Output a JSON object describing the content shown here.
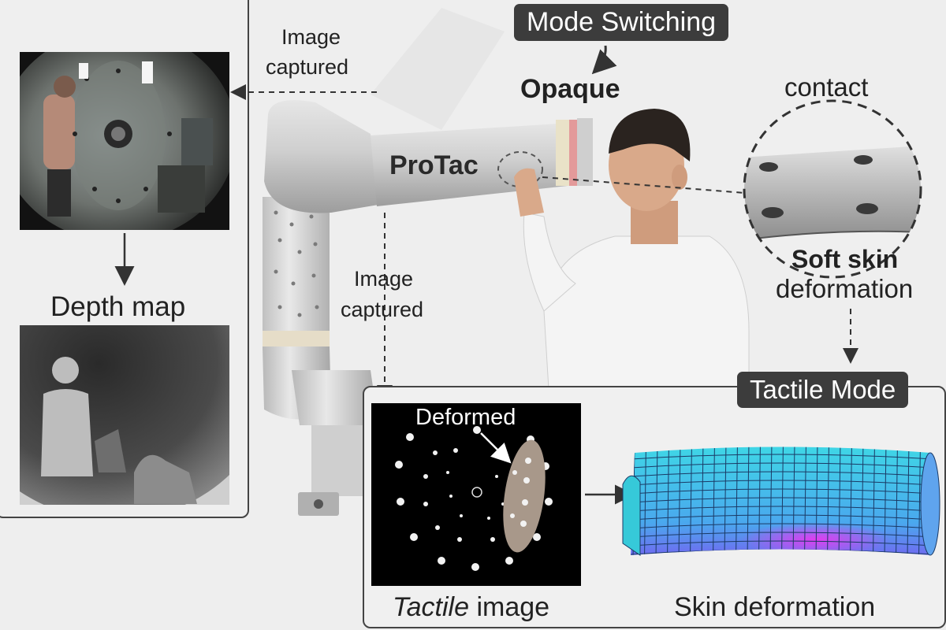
{
  "labels": {
    "image_captured_top_line1": "Image",
    "image_captured_top_line2": "captured",
    "image_captured_mid_line1": "Image",
    "image_captured_mid_line2": "captured",
    "depth_map": "Depth map",
    "mode_switching": "Mode Switching",
    "opaque": "Opaque",
    "protac": "ProTac",
    "contact": "contact",
    "soft_skin": "Soft skin",
    "deformation": "deformation",
    "tactile_mode": "Tactile Mode",
    "deformed": "Deformed",
    "tactile_image_italic": "Tactile",
    "tactile_image_rest": " image",
    "skin_deformation": "Skin deformation"
  },
  "colors": {
    "tag_bg": "#3c3c3c",
    "panel_border": "#444444",
    "mesh_base": "#3fd6e6",
    "mesh_highlight": "#e23cf0"
  }
}
